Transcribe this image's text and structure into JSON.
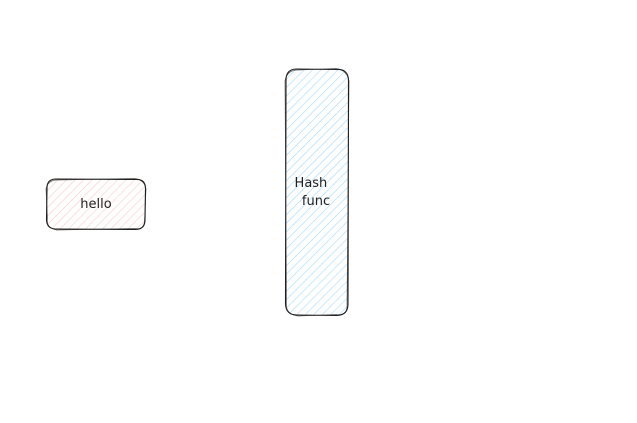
{
  "canvas": {
    "background": "#ffffff"
  },
  "shapes": [
    {
      "id": "hello-box",
      "label": "hello",
      "stroke": "#1e1e1e",
      "fill": "#ffc9c9",
      "fill_style": "hachure"
    },
    {
      "id": "hash-func-box",
      "label_lines": [
        "Hash",
        "func"
      ],
      "stroke": "#1e1e1e",
      "fill": "#a5d8ff",
      "fill_style": "hachure"
    }
  ]
}
